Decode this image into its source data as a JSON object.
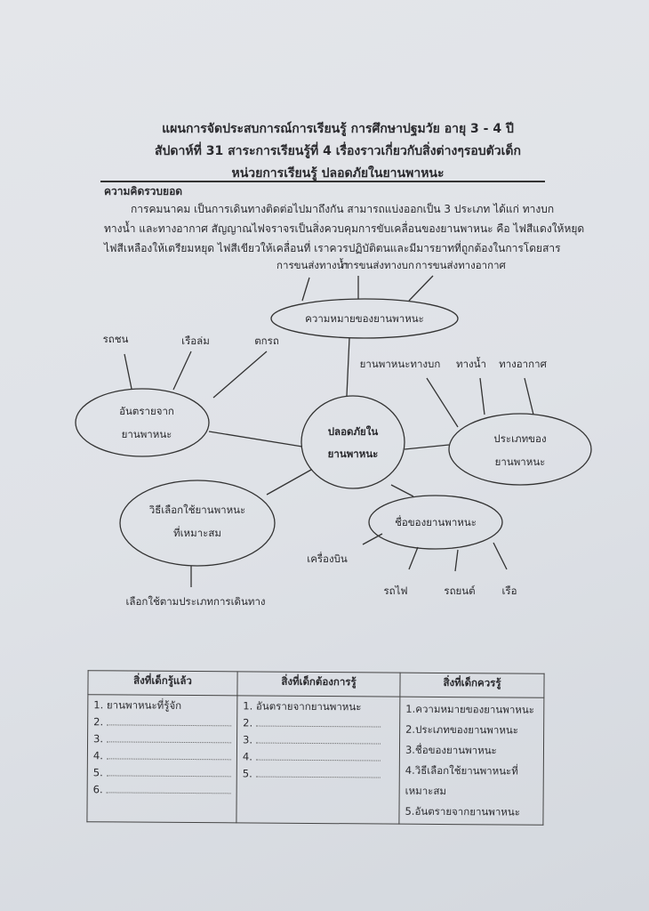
{
  "header": {
    "line1": "แผนการจัดประสบการณ์การเรียนรู้ การศึกษาปฐมวัย  อายุ 3 - 4  ปี",
    "line2": "สัปดาห์ที่  31    สาระการเรียนรู้ที่ 4  เรื่องราวเกี่ยวกับสิ่งต่างๆรอบตัวเด็ก",
    "line3": "หน่วยการเรียนรู้  ปลอดภัยในยานพาหนะ"
  },
  "concept": {
    "heading": "ความคิดรวบยอด",
    "lines": [
      "การคมนาคม เป็นการเดินทางติดต่อไปมาถึงกัน สามารถแบ่งออกเป็น 3  ประเภท ได้แก่ ทางบก",
      "ทางน้ำ และทางอากาศ สัญญาณไฟจราจรเป็นสิ่งควบคุมการขับเคลื่อนของยานพาหนะ คือ ไฟสีแดงให้หยุด",
      "ไฟสีเหลืองให้เตรียมหยุด ไฟสีเขียวให้เคลื่อนที่ เราควรปฏิบัติตนและมีมารยาทที่ถูกต้องในการโดยสาร"
    ]
  },
  "mindmap": {
    "center": [
      "ปลอดภัยใน",
      "ยานพาหนะ"
    ],
    "meaning": {
      "label": "ความหมายของยานพาหนะ",
      "items": [
        "การขนส่งทางน้ำ",
        "การขนส่งทางบก",
        "การขนส่งทางอากาศ"
      ]
    },
    "danger": {
      "label": [
        "อันตรายจาก",
        "ยานพาหนะ"
      ],
      "items": [
        "รถชน",
        "เรือล่ม",
        "ตกรถ"
      ]
    },
    "types": {
      "label": [
        "ประเภทของ",
        "ยานพาหนะ"
      ],
      "items": [
        "ยานพาหนะทางบก",
        "ทางน้ำ",
        "ทางอากาศ"
      ]
    },
    "choose": {
      "label": [
        "วิธีเลือกใช้ยานพาหนะ",
        "ที่เหมาะสม"
      ],
      "items": [
        "เลือกใช้ตามประเภทการเดินทาง"
      ]
    },
    "names": {
      "label": "ชื่อของยานพาหนะ",
      "items": [
        "เครื่องบิน",
        "รถไฟ",
        "รถยนต์",
        "เรือ"
      ]
    }
  },
  "table": {
    "headers": [
      "สิ่งที่เด็กรู้แล้ว",
      "สิ่งที่เด็กต้องการรู้",
      "สิ่งที่เด็กควรรู้"
    ],
    "col1": [
      "1. ยานพาหนะที่รู้จัก",
      "2.",
      "3.",
      "4.",
      "5.",
      "6."
    ],
    "col2": [
      "1. อันตรายจากยานพาหนะ",
      "2.",
      "3.",
      "4.",
      "5."
    ],
    "col3": [
      "1.ความหมายของยานพาหนะ",
      "2.ประเภทของยานพาหนะ",
      "3.ชื่อของยานพาหนะ",
      "4.วิธีเลือกใช้ยานพาหนะที่",
      "เหมาะสม",
      "5.อันตรายจากยานพาหนะ"
    ]
  }
}
